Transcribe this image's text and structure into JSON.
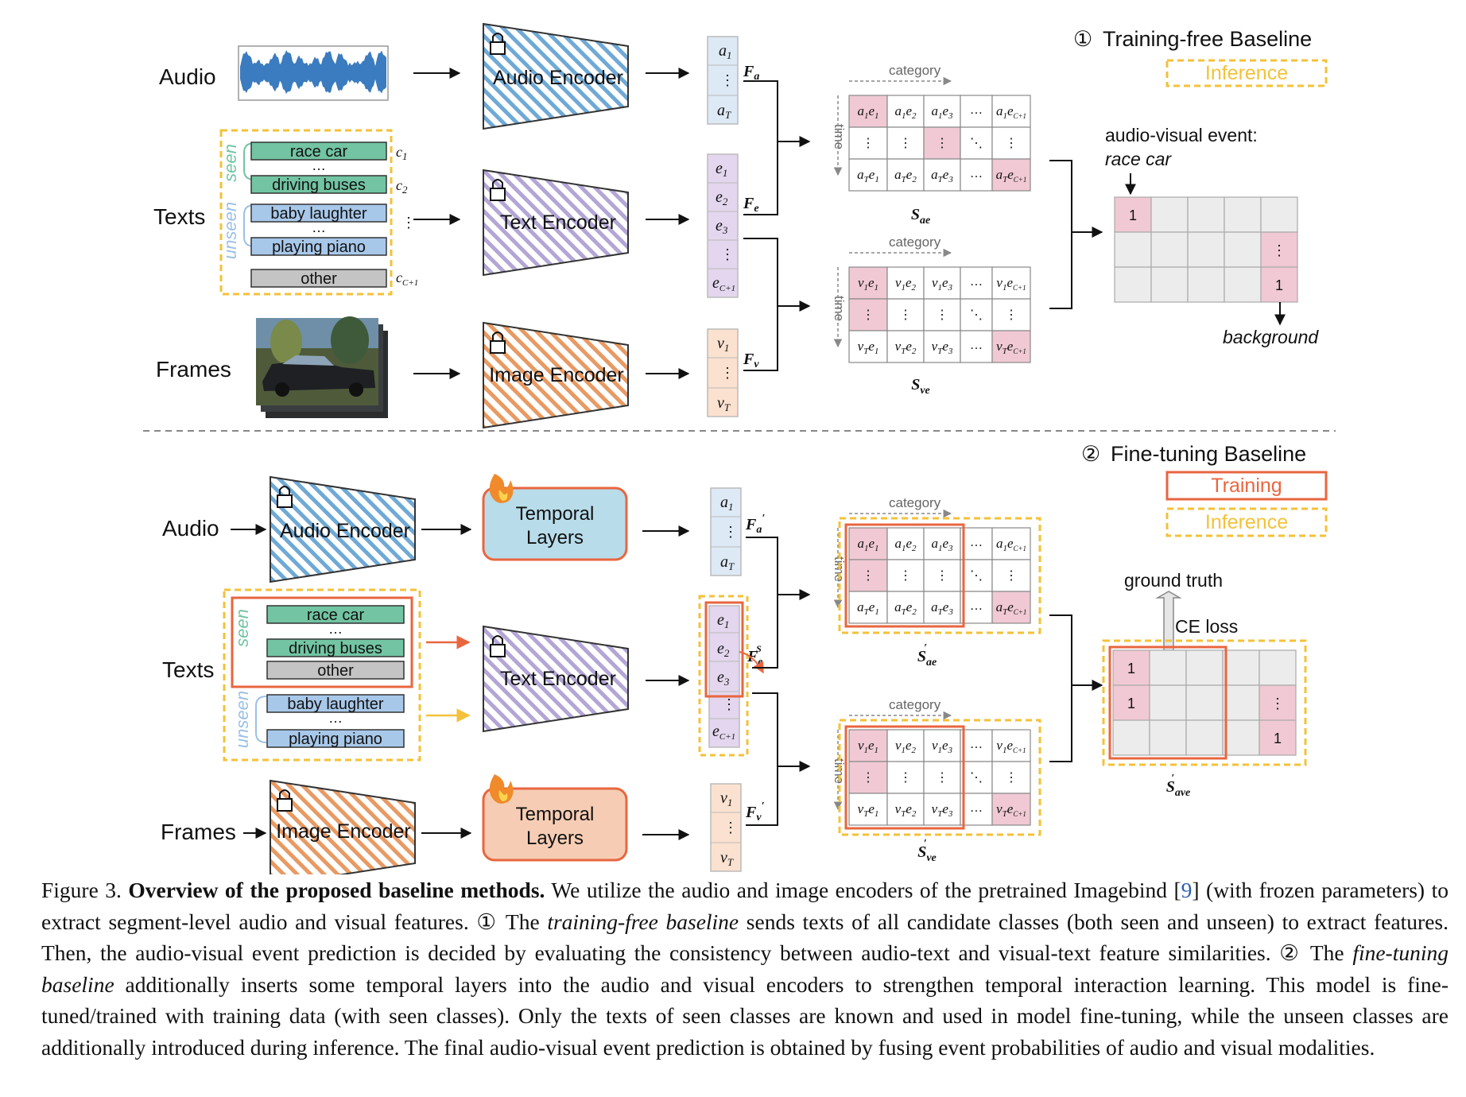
{
  "section1": {
    "marker": "①",
    "title": "Training-free Baseline",
    "legend_inference": "Inference"
  },
  "section2": {
    "marker": "②",
    "title": "Fine-tuning Baseline",
    "legend_training": "Training",
    "legend_inference": "Inference"
  },
  "inputs": {
    "audio": "Audio",
    "texts": "Texts",
    "frames": "Frames"
  },
  "encoders": {
    "audio": "Audio Encoder",
    "text": "Text Encoder",
    "image": "Image  Encoder"
  },
  "temporal": {
    "line1": "Temporal",
    "line2": "Layers"
  },
  "groups": {
    "seen": "seen",
    "unseen": "unseen"
  },
  "classes": {
    "race_car": "race car",
    "driving_buses": "driving buses",
    "baby_laughter": "baby laughter",
    "playing_piano": "playing piano",
    "other": "other",
    "ellipsis": "…"
  },
  "class_labels": {
    "c1": "c",
    "c1_sub": "1",
    "c2": "c",
    "c2_sub": "2",
    "cc1": "c",
    "cc1_sub": "C+1"
  },
  "features": {
    "a1": "a",
    "aT": "a",
    "e1": "e",
    "e2": "e",
    "e3": "e",
    "eC": "e",
    "v1": "v",
    "vT": "v",
    "sub1": "1",
    "subT": "T",
    "sub2": "2",
    "sub3": "3",
    "subC": "C+1",
    "vdots": "⋮"
  },
  "feature_names": {
    "Fa": "F",
    "Fa_sub": "a",
    "Fe": "F",
    "Fe_sub": "e",
    "Fv": "F",
    "Fv_sub": "v",
    "Fe_s_sup": "S"
  },
  "matrix": {
    "category": "category",
    "time": "time",
    "dots": "…",
    "vdots": "⋮",
    "ddots": "⋱"
  },
  "sim_labels": {
    "S": "S",
    "ae": "ae",
    "ve": "ve",
    "ave": "ave"
  },
  "result": {
    "event_title": "audio-visual event:",
    "event_name": "race car",
    "background": "background",
    "one": "1",
    "ground_truth": "ground truth",
    "ce_loss": "CE loss"
  },
  "colors": {
    "pink": "#f0c9d4",
    "grey_cell": "#ececec",
    "yellow_dash": "#f3c23a",
    "orange": "#e8663f",
    "green": "#72c4a3",
    "blue_cls": "#a8c8ea",
    "grey_cls": "#c4c4c4",
    "audio_blue": "#4a8cc7",
    "purple_col": "#e3d6ee",
    "blue_col": "#dde9f5",
    "peach_col": "#fbe1cf"
  },
  "caption": {
    "fig": "Figure 3.",
    "bold": "Overview of the proposed baseline methods.",
    "p1": "We utilize the audio and image encoders of the pretrained Imagebind [",
    "ref": "9",
    "p2": "] (with frozen parameters) to extract segment-level audio and visual features. ① The ",
    "i1": "training-free baseline",
    "p3": " sends texts of all candidate classes (both seen and unseen) to extract features. Then, the audio-visual event prediction is decided by evaluating the consistency between audio-text and visual-text feature similarities. ② The ",
    "i2": "fine-tuning baseline",
    "p4": " additionally inserts some temporal layers into the audio and visual encoders to strengthen temporal interaction learning. This model is fine-tuned/trained with training data (with seen classes). Only the texts of seen classes are known and used in model fine-tuning, while the unseen classes are additionally introduced during inference. The final audio-visual event prediction is obtained by fusing event probabilities of audio and visual modalities."
  }
}
